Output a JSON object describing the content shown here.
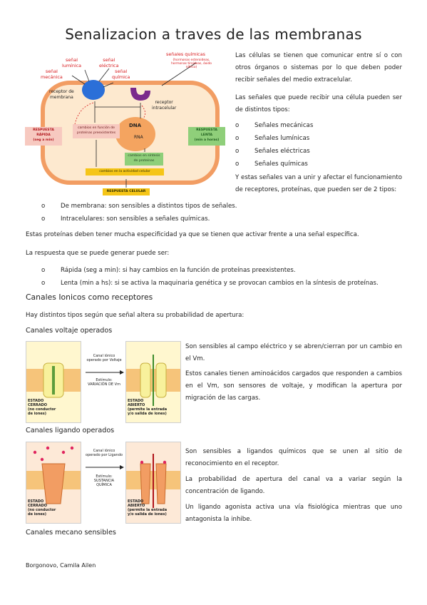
{
  "title": "Senalizacion a traves de las membranas",
  "diagram": {
    "labels": {
      "mecanica": "señal\nmecánica",
      "luminica": "señal\nlumínica",
      "electrica": "señal\neléctrica",
      "quimica": "señal\nquímica",
      "quimicas": "señales químicas",
      "hormonas": "(hormonas esteroideas,\nhormonas tiroideas, óxido\nnítrico)",
      "receptor_membrana": "receptor de\nmembrana",
      "receptor_intracelular": "receptor\nintracelular",
      "respuesta_rapida": "RESPUESTA\nRÁPIDA\n(seg a min)",
      "respuesta_lenta": "RESPUESTA\nLENTA\n(min a horas)",
      "cambios_funcion": "cambios en función de\nproteínas preexistentes",
      "dna": "DNA",
      "rna": "RNA",
      "cambios_sintesis": "cambios en síntesis\nde proteínas",
      "cambios_actividad": "cambios en la actividad celular",
      "respuesta_celular": "RESPUESTA CELULAR"
    },
    "colors": {
      "membrane": "#f29d63",
      "cytoplasm": "#fde9cf",
      "membrane_receptor": "#2b6fd8",
      "intracellular_receptor": "#7b2a8c",
      "nucleus": "#f4a460",
      "red_text": "#d7191c",
      "yellow": "#f5c518",
      "green": "#8fcf7a",
      "pink": "#f7c9c0"
    }
  },
  "right_col": {
    "p1": "Las células se tienen que comunicar entre sí o con otros órganos o sistemas por lo que deben poder recibir señales del medio extracelular.",
    "p2": "Las señales que puede recibir una célula pueden ser de distintos tipos:",
    "signals": [
      "Señales mecánicas",
      "Señales lumínicas",
      "Señales eléctricas",
      "Señales químicas"
    ],
    "p3": "Y estas señales van a unir y afectar el funcionamiento de receptores, proteínas, que pueden ser de 2 tipos:"
  },
  "receptor_types": [
    "De membrana: son sensibles a distintos tipos de señales.",
    "Intracelulares: son sensibles a señales químicas."
  ],
  "p_especificidad": "Estas proteínas deben tener mucha especificidad ya que se tienen que activar frente a una señal específica.",
  "p_respuesta": "La respuesta que se puede generar puede ser:",
  "responses": [
    "Rápida (seg a min): si hay cambios en la función de proteínas preexistentes.",
    "Lenta (min a hs): si se activa la maquinaria genética y se provocan cambios en la síntesis de proteínas."
  ],
  "h_canales": "Canales Ionicos como receptores",
  "p_tipos": "Hay distintos tipos según que señal altera su probabilidad de apertura:",
  "voltaje": {
    "heading": "Canales voltaje operados",
    "p1": "Son sensibles al campo eléctrico y se abren/cierran por un cambio en el Vm.",
    "p2": "Estos canales tienen aminoácidos cargados que responden a cambios en el Vm, son sensores de voltaje, y modifican la apertura por migración de las cargas.",
    "fig": {
      "top_label": "Canal iónico\noperado por Voltaje",
      "arrow_label": "Estímulo:\nVARIACIÓN DE Vm",
      "closed": "ESTADO\nCERRADO\n(no conductor\nde iones)",
      "open": "ESTADO\nABIERTO\n(permite la entrada\ny/o salida de iones)"
    }
  },
  "ligando": {
    "heading": "Canales ligando operados",
    "p1": "Son sensibles a ligandos químicos que se unen al sitio de reconocimiento en el receptor.",
    "p2": "La probabilidad de apertura del canal va a variar según la concentración de ligando.",
    "p3": "Un ligando agonista activa una vía fisiológica mientras que uno antagonista la inhibe.",
    "fig": {
      "top_label": "Canal iónico\noperado por Ligando",
      "arrow_label": "Estímulo:\nSUSTANCIA\nQUÍMICA",
      "closed": "ESTADO\nCERRADO\n(no conductor\nde iones)",
      "open": "ESTADO\nABIERTO\n(permite la entrada\ny/o salida de iones)"
    }
  },
  "h_mecano": "Canales mecano sensibles",
  "footer": "Borgonovo, Camila Ailen"
}
